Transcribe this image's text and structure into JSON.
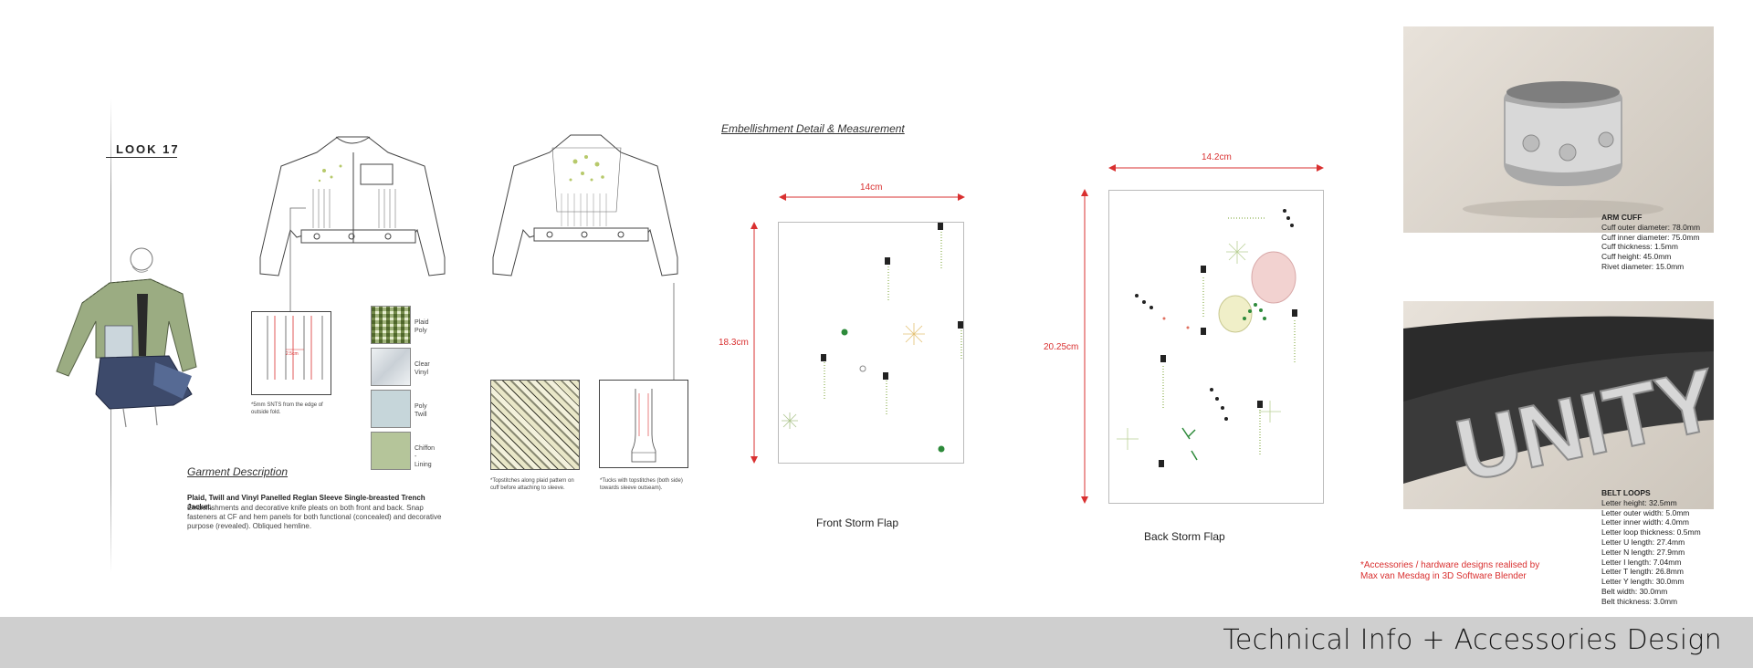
{
  "look": {
    "label": "LOOK 17"
  },
  "garment": {
    "heading": "Garment Description",
    "title": "Plaid, Twill and Vinyl Panelled Reglan Sleeve Single-breasted Trench Jacket.",
    "body": "Embellishments and decorative knife pleats on both front and back. Snap fasteners at CF and hem panels for both functional (concealed) and decorative purpose (revealed). Obliqued hemline."
  },
  "pleat_detail": {
    "measure": "2.5cm",
    "note": "*5mm SNTS from the edge of outside fold."
  },
  "fabrics": [
    {
      "name": "Plaid Poly",
      "color": "#9fb27a"
    },
    {
      "name": "Clear Vinyl",
      "color": "#dfe5ea"
    },
    {
      "name": "Poly Twill",
      "color": "#c6d6da"
    },
    {
      "name": "Chiffon - Lining",
      "color": "#b5c59a"
    }
  ],
  "cuff_notes": {
    "left": "*Topstitches along plaid pattern on cuff before attaching to sleeve.",
    "right": "*Tucks with topstitches (both side) towards sleeve outseam)."
  },
  "embellishment": {
    "heading": "Embellishment Detail & Measurement",
    "front": {
      "width": "14cm",
      "height": "18.3cm",
      "caption": "Front Storm Flap"
    },
    "back": {
      "width": "14.2cm",
      "height": "20.25cm",
      "caption": "Back Storm Flap"
    }
  },
  "accessory_note": "*Accessories / hardware designs realised by Max van Mesdag in 3D Software Blender",
  "arm_cuff": {
    "title": "ARM CUFF",
    "specs": [
      "Cuff outer diameter: 78.0mm",
      "Cuff inner diameter: 75.0mm",
      "Cuff thickness: 1.5mm",
      "Cuff height: 45.0mm",
      "Rivet diameter: 15.0mm"
    ]
  },
  "belt": {
    "word": "UNITY",
    "title": "BELT LOOPS",
    "specs": [
      "Letter height: 32.5mm",
      "Letter outer width: 5.0mm",
      "Letter inner width: 4.0mm",
      "Letter loop thickness: 0.5mm",
      "Letter U length: 27.4mm",
      "Letter N length: 27.9mm",
      "Letter I length: 7.04mm",
      "Letter T length: 26.8mm",
      "Letter Y length: 30.0mm",
      "Belt width: 30.0mm",
      "Belt thickness: 3.0mm"
    ]
  },
  "footer": {
    "title": "Technical Info + Accessories Design"
  },
  "colors": {
    "accent_red": "#d93030",
    "footer_bg": "#cfcfcf"
  }
}
